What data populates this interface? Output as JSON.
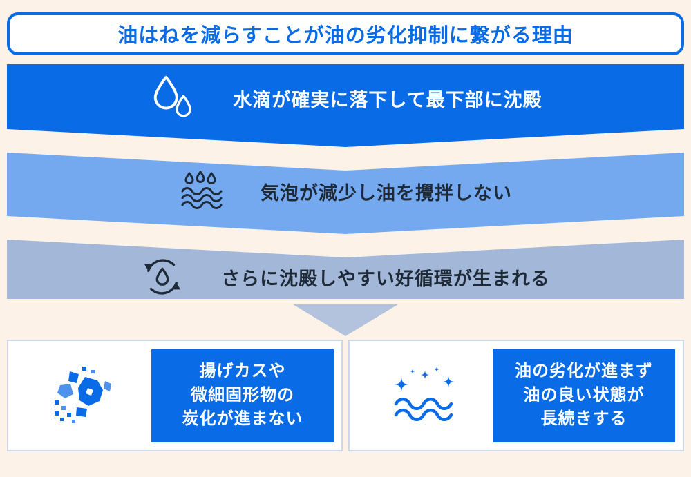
{
  "title": "油はねを減らすことが油の劣化抑制に繋がる理由",
  "steps": [
    {
      "icon": "water-drops-icon",
      "label": "水滴が確実に落下して最下部に沈殿"
    },
    {
      "icon": "bubbles-waves-icon",
      "label": "気泡が減少し油を攪拌しない"
    },
    {
      "icon": "circulation-drop-icon",
      "label": "さらに沈殿しやすい好循環が生まれる"
    }
  ],
  "results": [
    {
      "icon": "fry-debris-icon",
      "lines": [
        "揚げカスや",
        "微細固形物の",
        "炭化が進まない"
      ]
    },
    {
      "icon": "clean-oil-sparkle-icon",
      "lines": [
        "油の劣化が進まず",
        "油の良い状態が",
        "長続きする"
      ]
    }
  ],
  "colors": {
    "primary_blue": "#0a6be6",
    "step2_blue": "#74a9f0",
    "step3_blue_gray": "#a3b8d9",
    "arrow_blue_gray": "#b3c3de",
    "background_cream": "#fcf2e8",
    "dark_text": "#1e2a38",
    "card_border": "#ccd8e8"
  }
}
